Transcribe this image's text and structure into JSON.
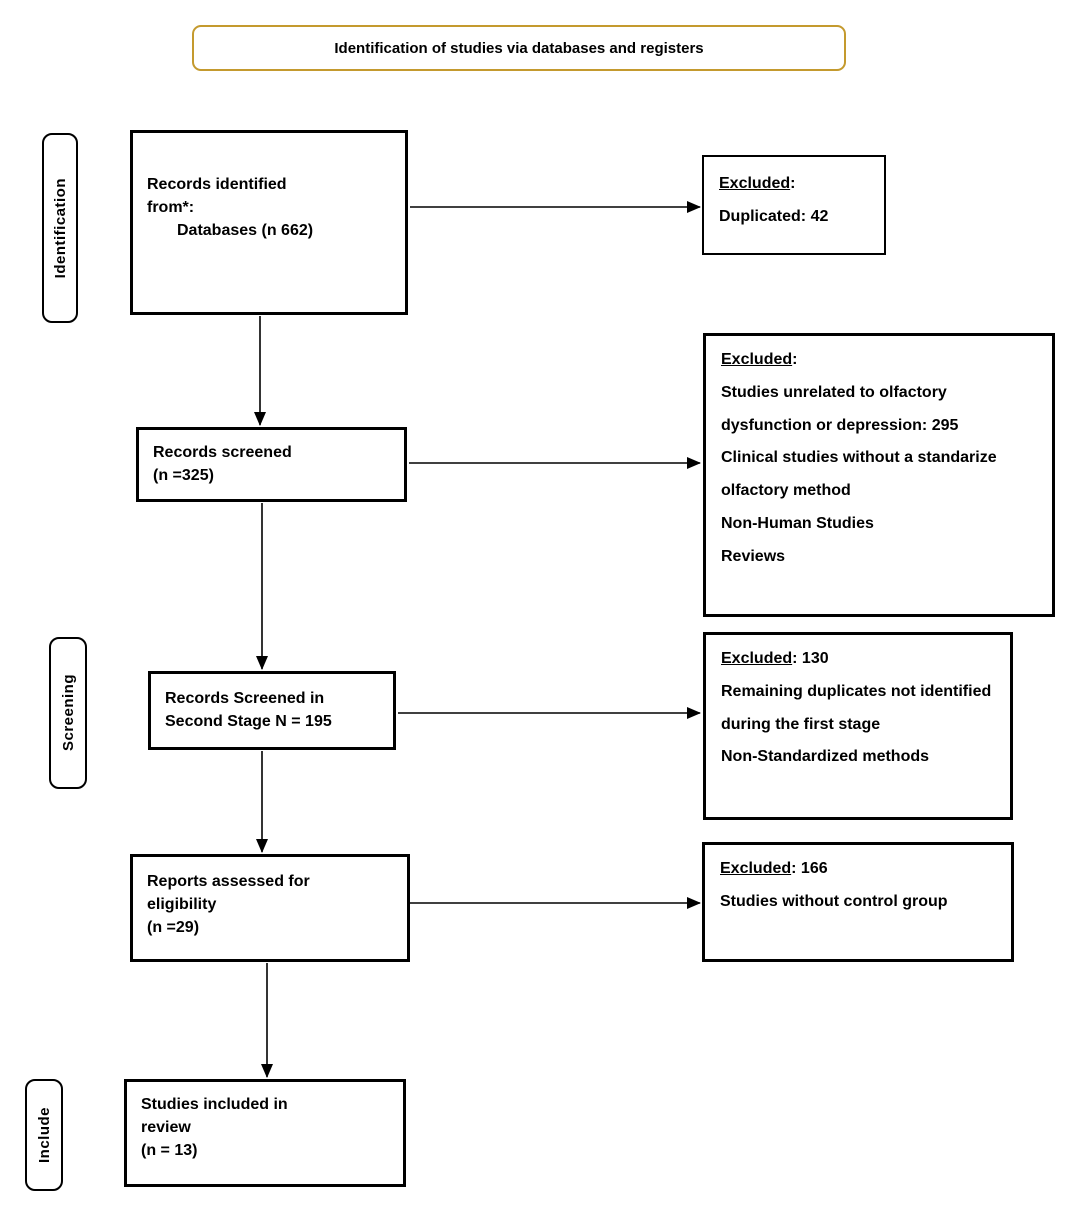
{
  "title": {
    "text": "Identification of studies via databases and registers"
  },
  "stage_labels": [
    {
      "text": "Identification"
    },
    {
      "text": "Screening"
    },
    {
      "text": "Include"
    }
  ],
  "flow": [
    {
      "lines": [
        {
          "text": "Records identified"
        },
        {
          "text": "from*:"
        },
        {
          "text": "Databases (n 662)",
          "indent": true
        }
      ]
    },
    {
      "lines": [
        {
          "text": "Records screened"
        },
        {
          "text": "(n =325)"
        }
      ]
    },
    {
      "lines": [
        {
          "text": "Records Screened in"
        },
        {
          "text": "Second Stage N = 195"
        }
      ]
    },
    {
      "lines": [
        {
          "text": "Reports assessed for"
        },
        {
          "text": "eligibility"
        },
        {
          "text": "(n =29)"
        }
      ]
    },
    {
      "lines": [
        {
          "text": "Studies included in"
        },
        {
          "text": "review"
        },
        {
          "text": "(n = 13)"
        }
      ]
    }
  ],
  "excluded": [
    {
      "heading": "Excluded",
      "suffix": ":",
      "lines": [
        {
          "text": "Duplicated: 42"
        }
      ]
    },
    {
      "heading": "Excluded",
      "suffix": ":",
      "lines": [
        {
          "text": "Studies unrelated to olfactory dysfunction or depression: 295"
        },
        {
          "text": "Clinical studies without a standarize olfactory method"
        },
        {
          "text": "Non-Human Studies"
        },
        {
          "text": "Reviews"
        }
      ]
    },
    {
      "heading": "Excluded",
      "suffix": ": 130",
      "lines": [
        {
          "text": "Remaining duplicates not identified during the first stage"
        },
        {
          "text": "Non-Standardized methods"
        }
      ]
    },
    {
      "heading": "Excluded",
      "suffix": ": 166",
      "lines": [
        {
          "text": "Studies without control group"
        }
      ]
    }
  ],
  "colors": {
    "title_border": "#C49A2E",
    "box_border": "#000000",
    "text_color": "#000000",
    "background": "#FFFFFF"
  }
}
